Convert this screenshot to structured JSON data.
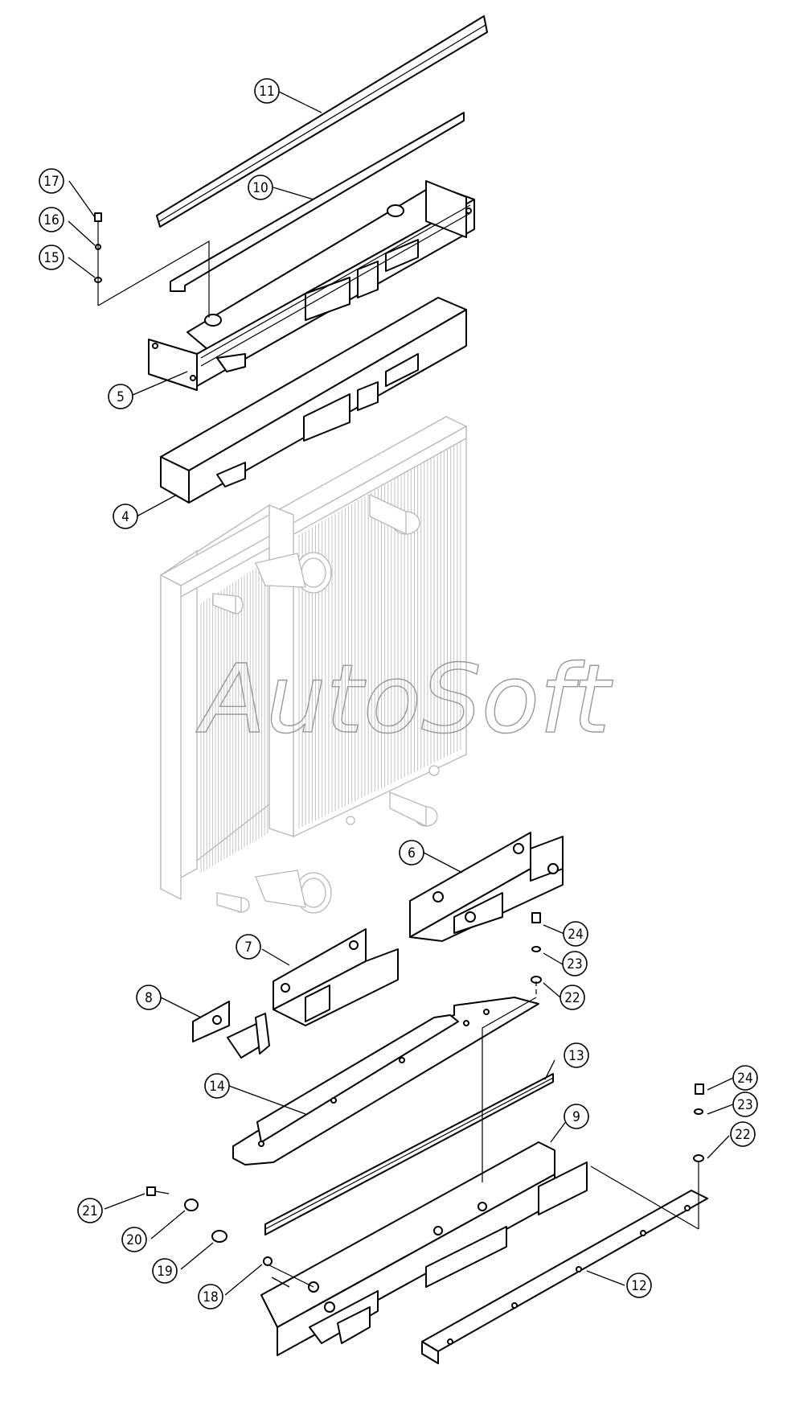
{
  "watermark": "AutoSoft",
  "callouts": [
    {
      "id": "c11",
      "label": "11"
    },
    {
      "id": "c10",
      "label": "10"
    },
    {
      "id": "c17",
      "label": "17"
    },
    {
      "id": "c16",
      "label": "16"
    },
    {
      "id": "c15",
      "label": "15"
    },
    {
      "id": "c5",
      "label": "5"
    },
    {
      "id": "c4",
      "label": "4"
    },
    {
      "id": "c6",
      "label": "6"
    },
    {
      "id": "c7",
      "label": "7"
    },
    {
      "id": "c8",
      "label": "8"
    },
    {
      "id": "c24a",
      "label": "24"
    },
    {
      "id": "c23a",
      "label": "23"
    },
    {
      "id": "c22a",
      "label": "22"
    },
    {
      "id": "c14",
      "label": "14"
    },
    {
      "id": "c13",
      "label": "13"
    },
    {
      "id": "c9",
      "label": "9"
    },
    {
      "id": "c24b",
      "label": "24"
    },
    {
      "id": "c23b",
      "label": "23"
    },
    {
      "id": "c22b",
      "label": "22"
    },
    {
      "id": "c21",
      "label": "21"
    },
    {
      "id": "c20",
      "label": "20"
    },
    {
      "id": "c19",
      "label": "19"
    },
    {
      "id": "c18",
      "label": "18"
    },
    {
      "id": "c12",
      "label": "12"
    }
  ]
}
